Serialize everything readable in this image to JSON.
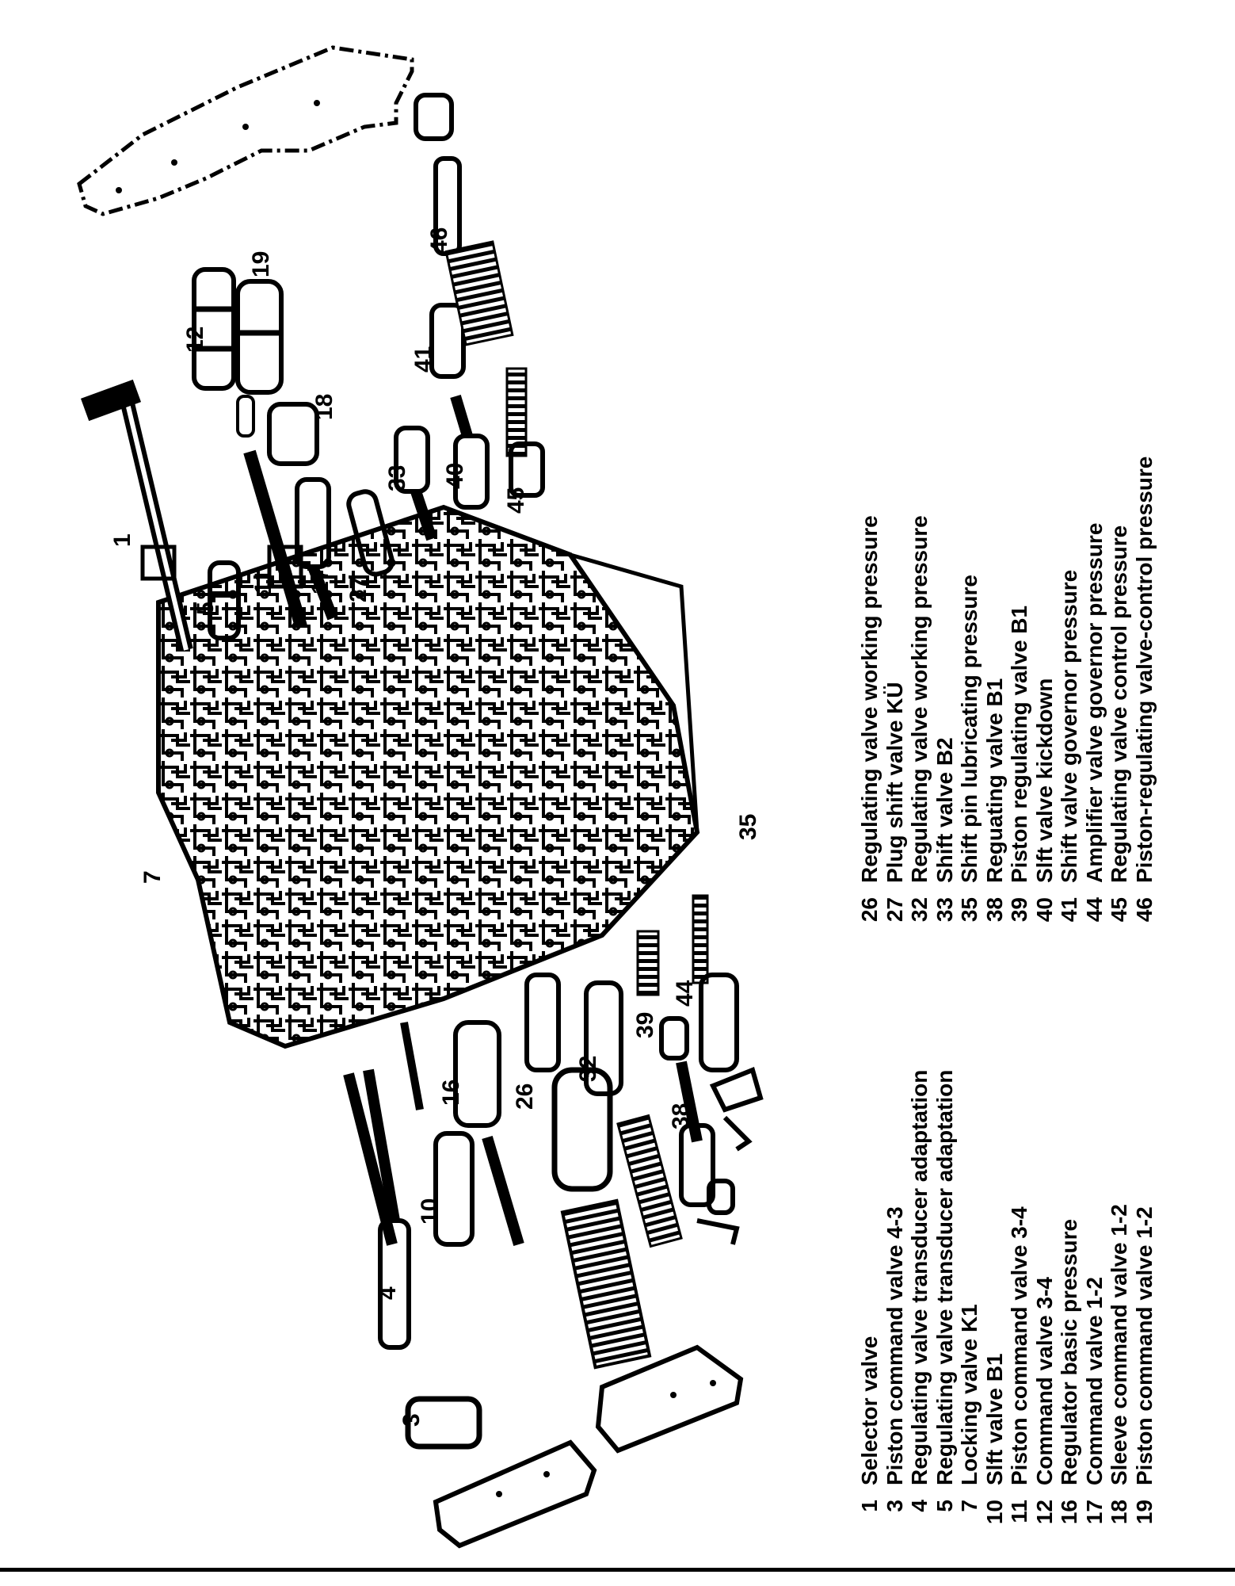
{
  "callouts": [
    {
      "id": "1",
      "text": "1"
    },
    {
      "id": "3",
      "text": "3"
    },
    {
      "id": "4",
      "text": "4"
    },
    {
      "id": "5",
      "text": "5"
    },
    {
      "id": "7",
      "text": "7"
    },
    {
      "id": "10",
      "text": "10"
    },
    {
      "id": "11",
      "text": "11"
    },
    {
      "id": "12",
      "text": "12"
    },
    {
      "id": "16",
      "text": "16"
    },
    {
      "id": "17",
      "text": "17"
    },
    {
      "id": "18",
      "text": "18"
    },
    {
      "id": "19",
      "text": "19"
    },
    {
      "id": "26",
      "text": "26"
    },
    {
      "id": "27",
      "text": "27"
    },
    {
      "id": "32",
      "text": "32"
    },
    {
      "id": "33",
      "text": "33"
    },
    {
      "id": "35",
      "text": "35"
    },
    {
      "id": "38",
      "text": "38"
    },
    {
      "id": "39",
      "text": "39"
    },
    {
      "id": "40",
      "text": "40"
    },
    {
      "id": "41",
      "text": "41"
    },
    {
      "id": "44",
      "text": "44"
    },
    {
      "id": "45",
      "text": "45"
    },
    {
      "id": "46",
      "text": "46"
    }
  ],
  "legend_left": [
    {
      "num": "1",
      "label": "Selector valve"
    },
    {
      "num": "3",
      "label": "Piston command valve 4-3"
    },
    {
      "num": "4",
      "label": "Regulating valve transducer adaptation"
    },
    {
      "num": "5",
      "label": "Regulating valve transducer adaptation"
    },
    {
      "num": "7",
      "label": "Locking valve K1"
    },
    {
      "num": "10",
      "label": "Slft valve B1"
    },
    {
      "num": "11",
      "label": "Piston command valve 3-4"
    },
    {
      "num": "12",
      "label": "Command valve 3-4"
    },
    {
      "num": "16",
      "label": "Regulator basic pressure"
    },
    {
      "num": "17",
      "label": "Command valve 1-2"
    },
    {
      "num": "18",
      "label": "Sleeve command valve 1-2"
    },
    {
      "num": "19",
      "label": "Piston command valve 1-2"
    }
  ],
  "legend_right": [
    {
      "num": "26",
      "label": "Regulating valve working pressure"
    },
    {
      "num": "27",
      "label": "Plug shift valve KÜ"
    },
    {
      "num": "32",
      "label": "Regulating valve working pressure"
    },
    {
      "num": "33",
      "label": "Shift valve B2"
    },
    {
      "num": "35",
      "label": "Shift pin lubricating pressure"
    },
    {
      "num": "38",
      "label": "Reguating valve B1"
    },
    {
      "num": "39",
      "label": "Piston regulating valve B1"
    },
    {
      "num": "40",
      "label": "Slft valve kickdown"
    },
    {
      "num": "41",
      "label": "Shift valve governor pressure"
    },
    {
      "num": "44",
      "label": "Amplifier valve governor pressure"
    },
    {
      "num": "45",
      "label": "Regulating valve control pressure"
    },
    {
      "num": "46",
      "label": "Piston-regulating valve-control pressure"
    }
  ]
}
